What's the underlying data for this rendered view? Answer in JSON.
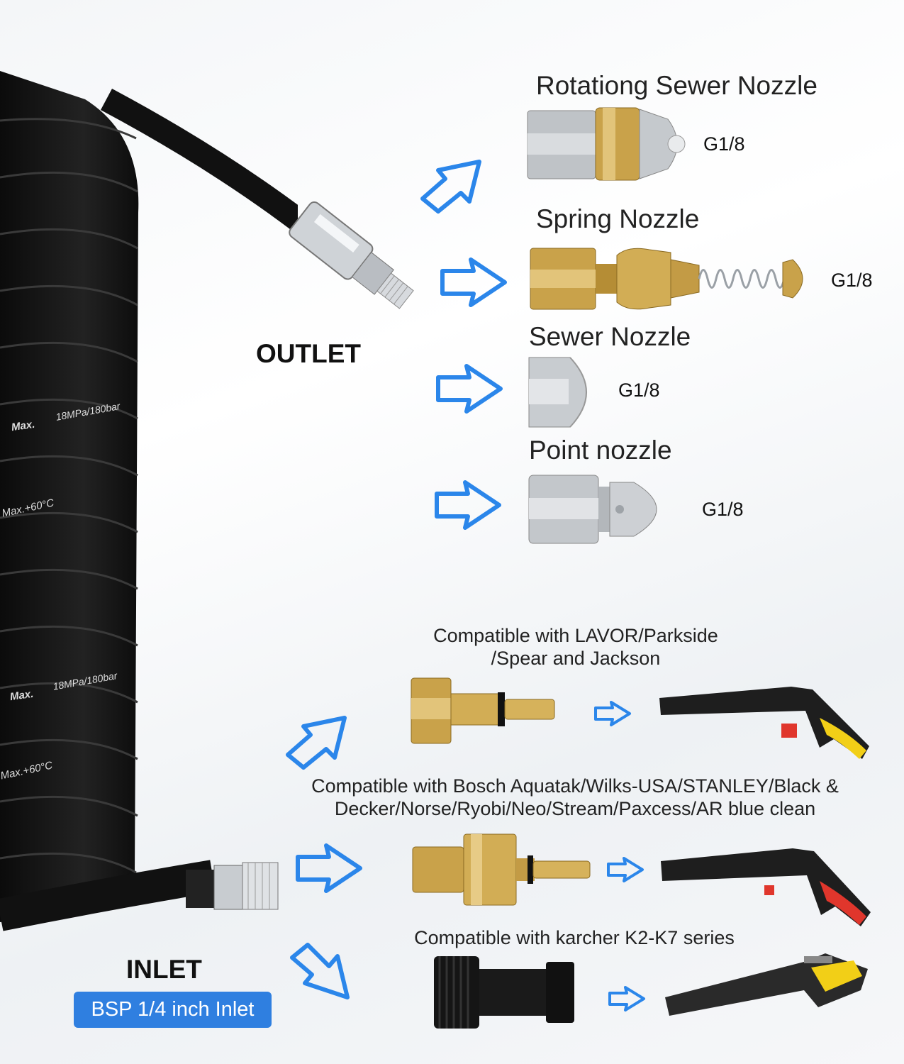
{
  "outlet": {
    "label": "OUTLET",
    "nozzles": [
      {
        "name": "Rotationg Sewer Nozzle",
        "thread": "G1/8"
      },
      {
        "name": "Spring Nozzle",
        "thread": "G1/8"
      },
      {
        "name": "Sewer Nozzle",
        "thread": "G1/8"
      },
      {
        "name": "Point nozzle",
        "thread": "G1/8"
      }
    ]
  },
  "inlet": {
    "label": "INLET",
    "badge": "BSP 1/4 inch Inlet",
    "adapters": [
      {
        "text": "Compatible with LAVOR/Parkside /Spear and Jackson"
      },
      {
        "text": "Compatible with Bosch Aquatak/Wilks-USA/STANLEY/Black & Decker/Norse/Ryobi/Neo/Stream/Paxcess/AR blue clean"
      },
      {
        "text": "Compatible with karcher K2-K7 series"
      }
    ]
  },
  "hose_print": {
    "pressure": "18MPa/180bar",
    "temp": "Max.+60°C",
    "max": "Max."
  },
  "colors": {
    "accent": "#2f7fe0",
    "arrow": "#2b86ea",
    "brass": "#c9a24a",
    "hose": "#111111"
  }
}
